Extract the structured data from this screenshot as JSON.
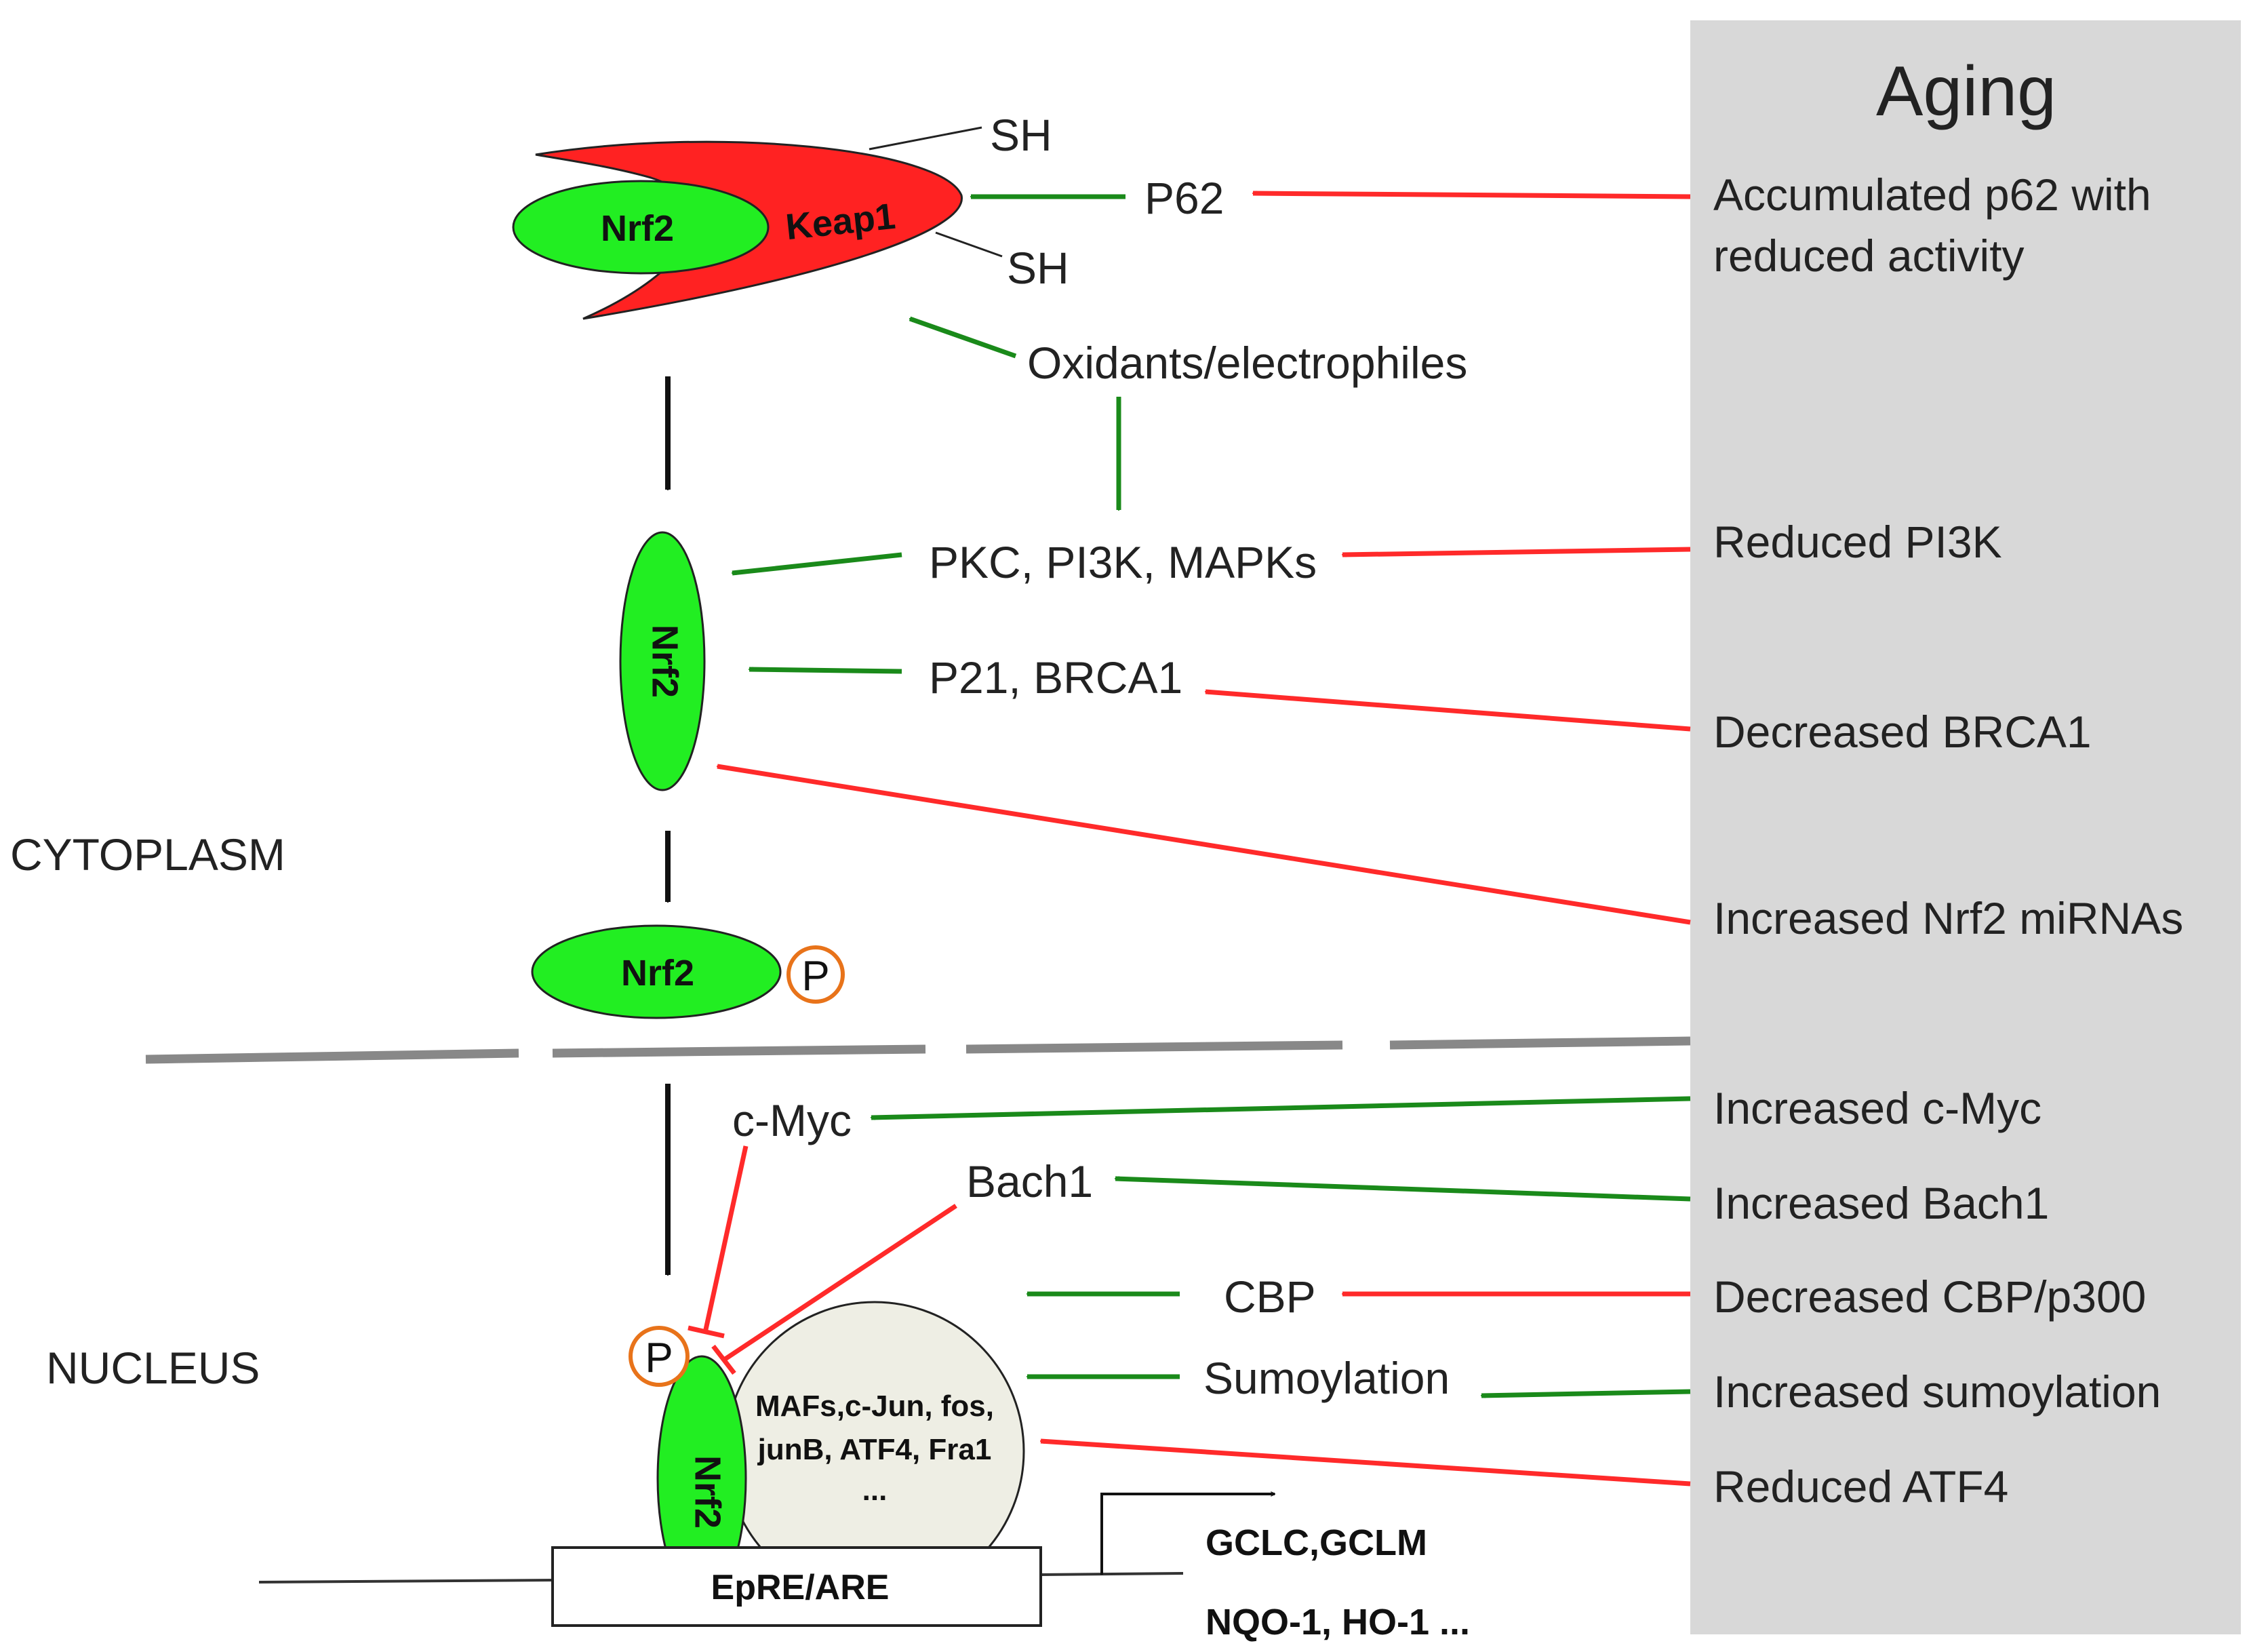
{
  "colors": {
    "green_shape": "#22ee22",
    "keap1_red": "#ff2222",
    "green_arrow": "#1a8a1a",
    "red_arrow": "#ff2a2a",
    "aging_panel": "#d8d8d8",
    "phospho_ring": "#e8731a",
    "complex_fill": "#eeeee4"
  },
  "aging_panel": {
    "title": "Aging",
    "items": {
      "p62_line1": "Accumulated p62 with",
      "p62_line2": "reduced activity",
      "pi3k": "Reduced PI3K",
      "brca1": "Decreased BRCA1",
      "mirna": "Increased Nrf2 miRNAs",
      "cmyc": "Increased c-Myc",
      "bach1": "Increased Bach1",
      "cbp": "Decreased CBP/p300",
      "sumo": "Increased sumoylation",
      "atf4": "Reduced ATF4"
    }
  },
  "compartments": {
    "cytoplasm": "CYTOPLASM",
    "nucleus": "NUCLEUS"
  },
  "molecules": {
    "nrf2": "Nrf2",
    "keap1": "Keap1",
    "sh_top": "SH",
    "sh_bottom": "SH",
    "phospho": "P"
  },
  "regulators": {
    "p62": "P62",
    "oxidants": "Oxidants/electrophiles",
    "kinases": "PKC, PI3K, MAPKs",
    "p21": "P21, BRCA1",
    "cmyc": "c-Myc",
    "bach1": "Bach1",
    "cbp": "CBP",
    "sumo": "Sumoylation"
  },
  "complex": {
    "line1": "MAFs,c-Jun, fos,",
    "line2": "junB, ATF4, Fra1",
    "line3": "..."
  },
  "promoter": {
    "element": "EpRE/ARE",
    "genes_line1": "GCLC,GCLM",
    "genes_line2": "NQO-1, HO-1 ..."
  }
}
